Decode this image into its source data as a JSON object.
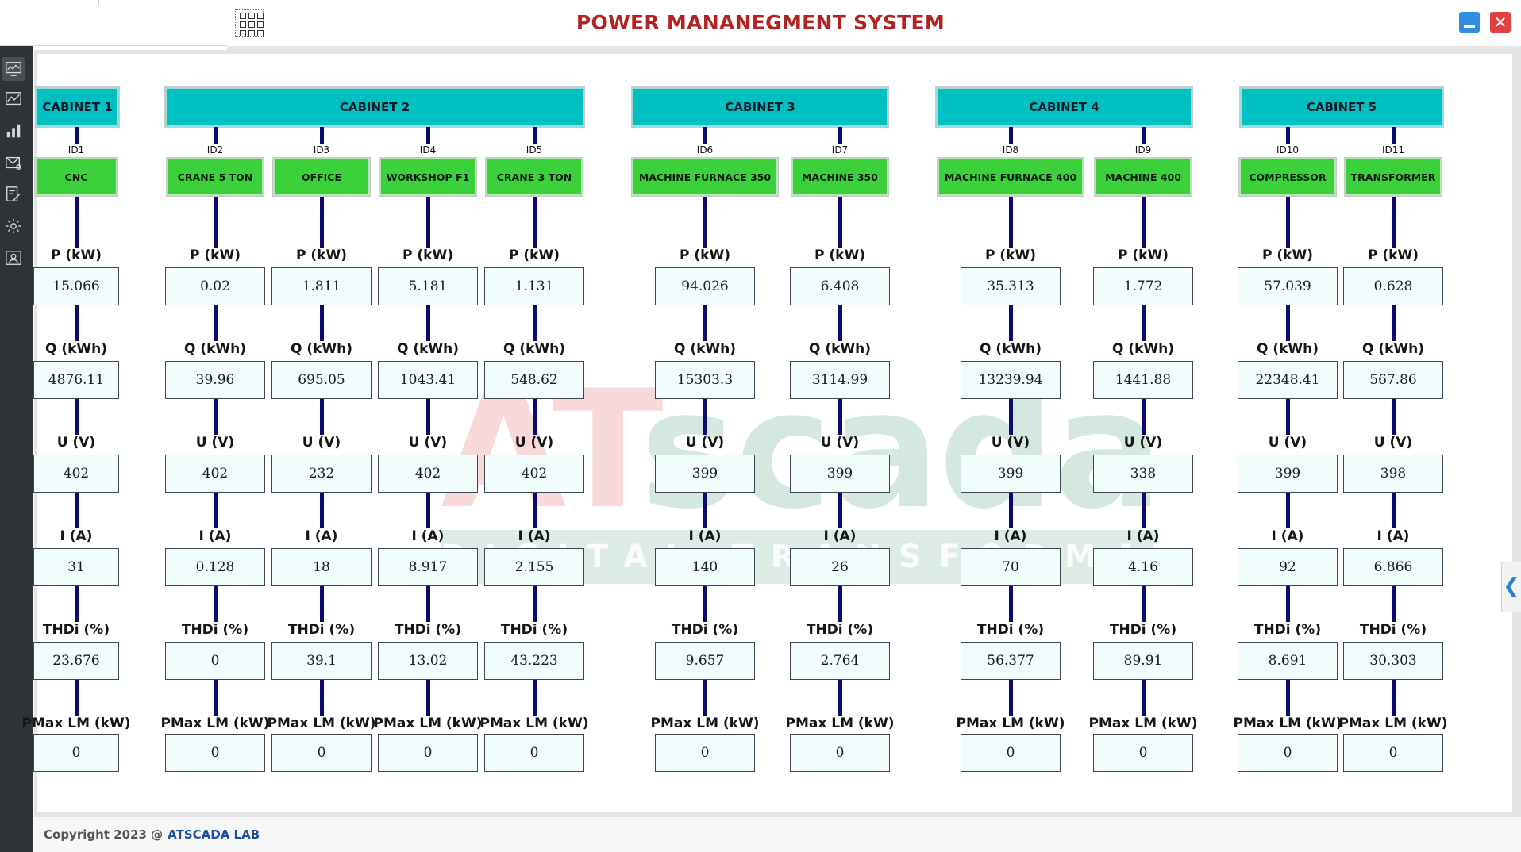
{
  "header": {
    "title": "POWER MANANEGMENT SYSTEM",
    "apps_icon": "grid-icon",
    "minimize_icon": "minimize-icon",
    "close_icon": "close-icon",
    "close_label": "✕"
  },
  "sidebar": {
    "items": [
      {
        "icon": "monitor-dashboard-icon",
        "active": true
      },
      {
        "icon": "trend-chart-icon"
      },
      {
        "icon": "bar-chart-icon"
      },
      {
        "icon": "alarm-mail-icon"
      },
      {
        "icon": "report-edit-icon"
      },
      {
        "icon": "settings-gear-icon"
      },
      {
        "icon": "user-account-icon"
      }
    ]
  },
  "watermark": {
    "brand_a": "AT",
    "brand_b": "scada",
    "tagline": "DIGITAL TRANSFORMATION"
  },
  "metric_labels": [
    "P (kW)",
    "Q (kWh)",
    "U (V)",
    "I (A)",
    "THDi (%)",
    "PMax LM (kW)"
  ],
  "cabinets": [
    {
      "name": "CABINET 1",
      "devices": [
        {
          "id": "ID1",
          "name": "CNC",
          "values": [
            "15.066",
            "4876.11",
            "402",
            "31",
            "23.676",
            "0"
          ]
        }
      ]
    },
    {
      "name": "CABINET 2",
      "devices": [
        {
          "id": "ID2",
          "name": "CRANE 5 TON",
          "values": [
            "0.02",
            "39.96",
            "402",
            "0.128",
            "0",
            "0"
          ]
        },
        {
          "id": "ID3",
          "name": "OFFICE",
          "values": [
            "1.811",
            "695.05",
            "232",
            "18",
            "39.1",
            "0"
          ]
        },
        {
          "id": "ID4",
          "name": "WORKSHOP F1",
          "values": [
            "5.181",
            "1043.41",
            "402",
            "8.917",
            "13.02",
            "0"
          ]
        },
        {
          "id": "ID5",
          "name": "CRANE 3 TON",
          "values": [
            "1.131",
            "548.62",
            "402",
            "2.155",
            "43.223",
            "0"
          ]
        }
      ]
    },
    {
      "name": "CABINET 3",
      "devices": [
        {
          "id": "ID6",
          "name": "MACHINE FURNACE 350",
          "values": [
            "94.026",
            "15303.3",
            "399",
            "140",
            "9.657",
            "0"
          ]
        },
        {
          "id": "ID7",
          "name": "MACHINE 350",
          "values": [
            "6.408",
            "3114.99",
            "399",
            "26",
            "2.764",
            "0"
          ]
        }
      ]
    },
    {
      "name": "CABINET 4",
      "devices": [
        {
          "id": "ID8",
          "name": "MACHINE FURNACE 400",
          "values": [
            "35.313",
            "13239.94",
            "399",
            "70",
            "56.377",
            "0"
          ]
        },
        {
          "id": "ID9",
          "name": "MACHINE 400",
          "values": [
            "1.772",
            "1441.88",
            "338",
            "4.16",
            "89.91",
            "0"
          ]
        }
      ]
    },
    {
      "name": "CABINET 5",
      "devices": [
        {
          "id": "ID10",
          "name": "COMPRESSOR",
          "values": [
            "57.039",
            "22348.41",
            "399",
            "92",
            "8.691",
            "0"
          ]
        },
        {
          "id": "ID11",
          "name": "TRANSFORMER",
          "values": [
            "0.628",
            "567.86",
            "398",
            "6.866",
            "30.303",
            "0"
          ]
        }
      ]
    }
  ],
  "side_panel": {
    "toggle_icon": "chevron-left-icon",
    "toggle_glyph": "❮"
  },
  "footer": {
    "copyright": "Copyright 2023 @",
    "link": "ATSCADA LAB"
  },
  "colors": {
    "title": "#b22222",
    "cabinet": "#00c1c1",
    "device": "#3bd13b",
    "value_box": "#f1fdfd",
    "connector": "#0b0b6f",
    "sidebar": "#2f3237"
  }
}
